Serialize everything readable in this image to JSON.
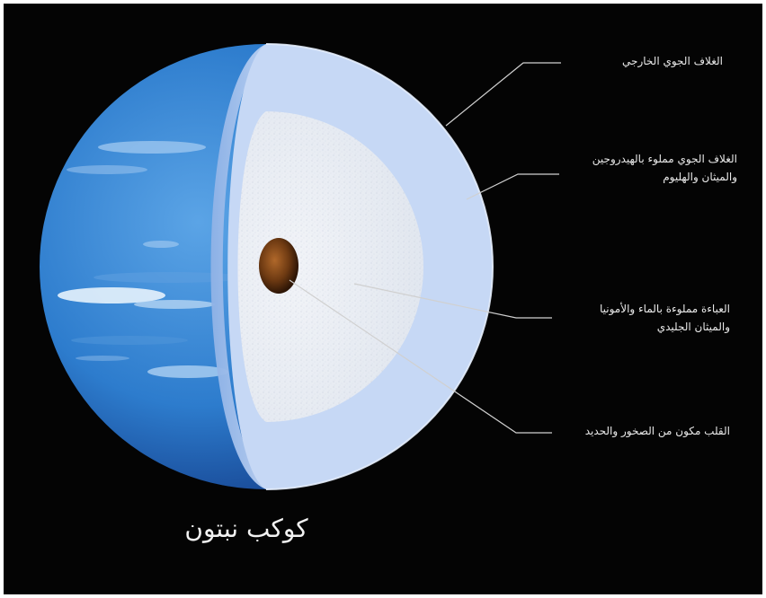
{
  "title": "كوكب نبتون",
  "labels": {
    "outer_atmosphere": {
      "lines": [
        "الغلاف الجوي الخارجي"
      ]
    },
    "gas_atmosphere": {
      "lines": [
        "الغلاف الجوي مملوء بالهيدروجين",
        "والميثان والهليوم"
      ]
    },
    "mantle": {
      "lines": [
        "العباءة مملوءة بالماء والأمونيا",
        "والميثان الجليدي"
      ]
    },
    "core": {
      "lines": [
        "القلب مكون من الصخور والحديد"
      ]
    }
  },
  "colors": {
    "background": "#040404",
    "frame": "#ffffff",
    "planet_blue": "#2f7fd0",
    "atmosphere": "#c8d9f6",
    "mantle": "#eceff5",
    "core": "#7a3e12",
    "leader_lines": "#d0d0d0"
  }
}
